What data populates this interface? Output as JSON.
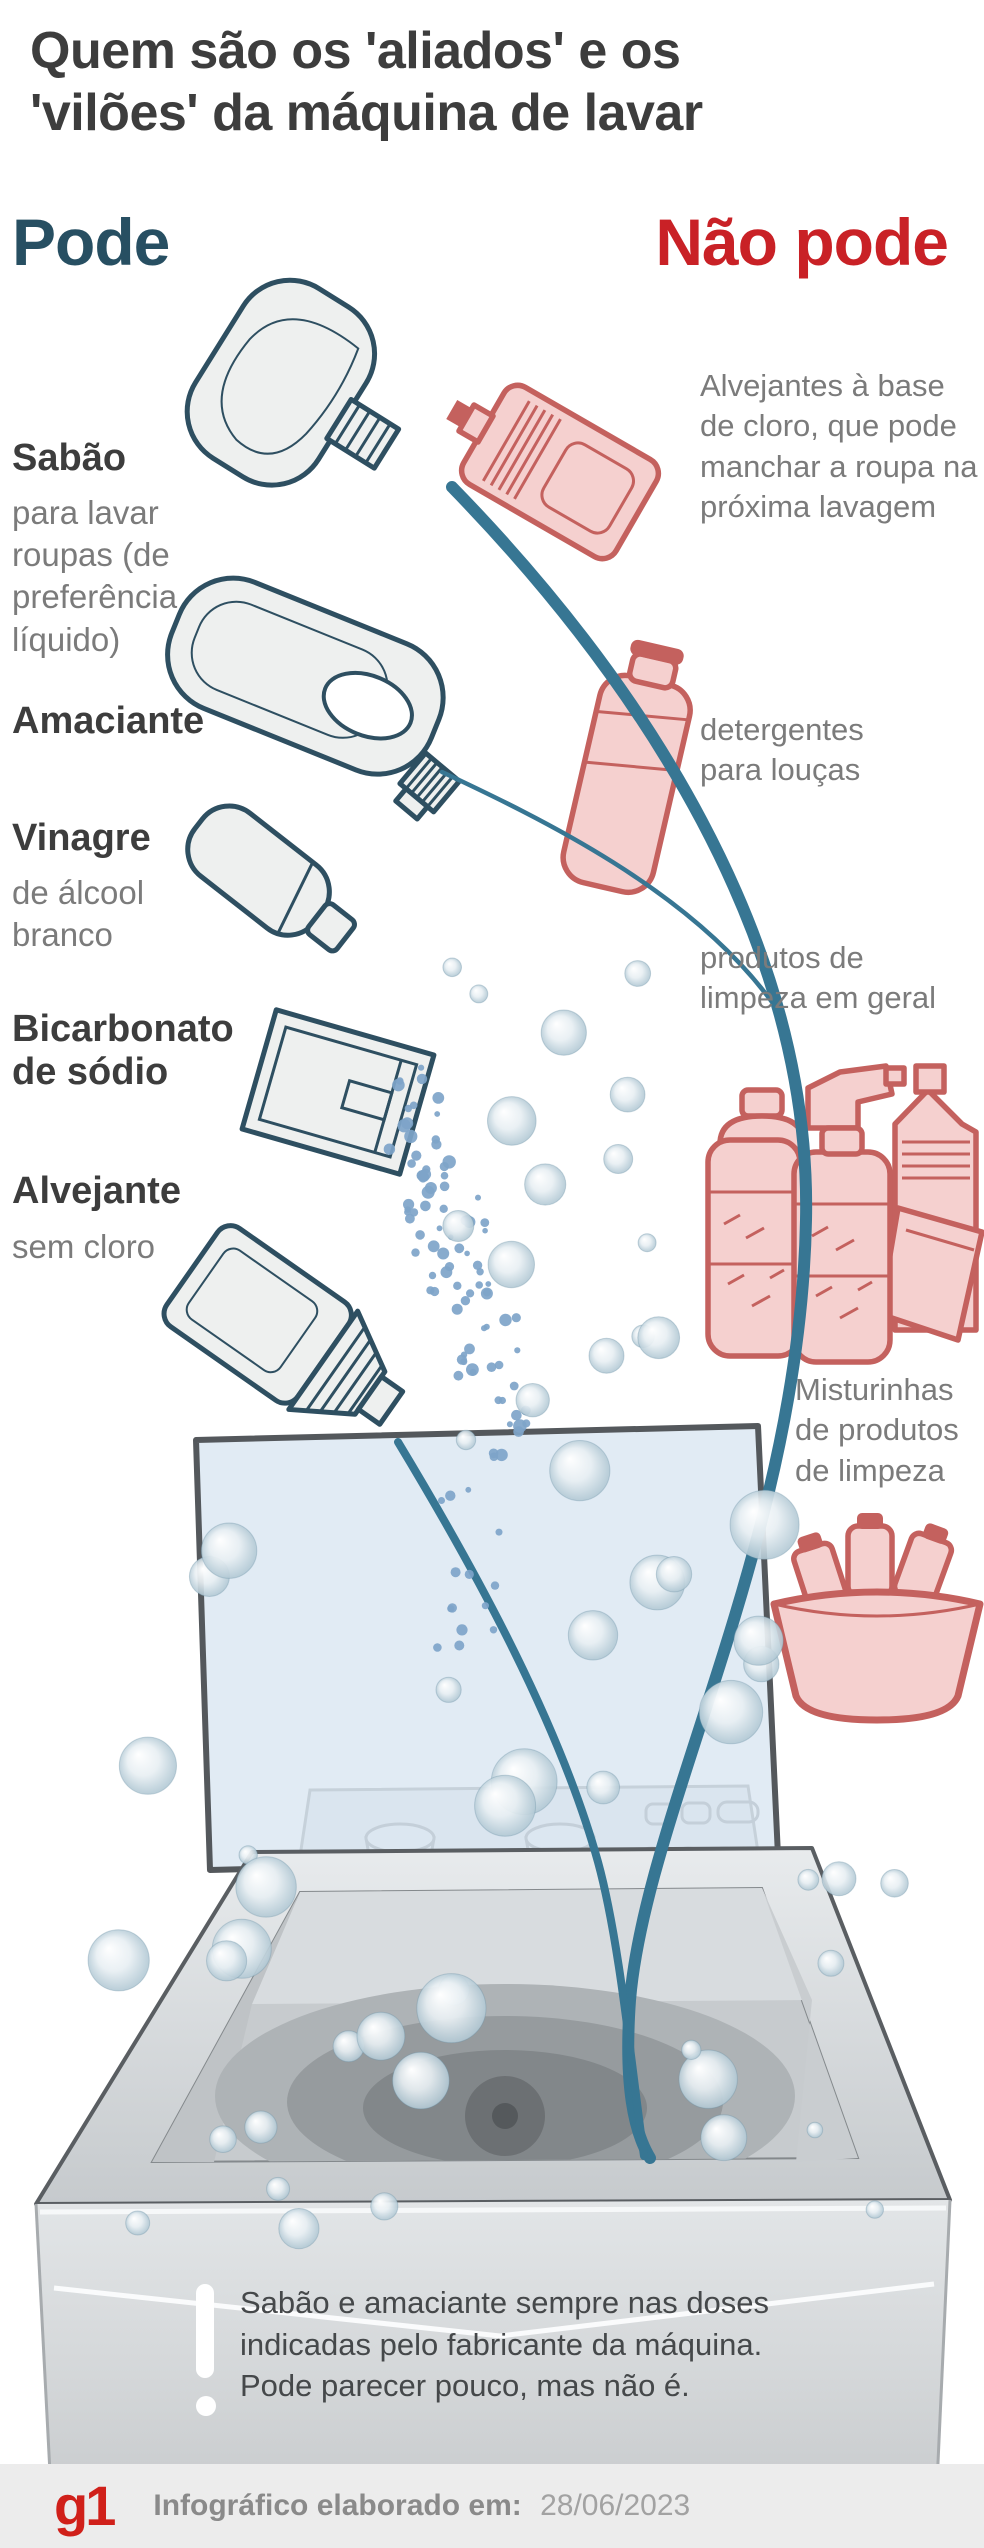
{
  "title": {
    "line1": "Quem são os 'aliados' e os",
    "line2": "'vilões' da máquina de lavar"
  },
  "pode": {
    "heading": "Pode",
    "items": [
      {
        "title": "Sabão",
        "subtitle": "para lavar roupas (de preferência líquido)",
        "icon": "liquid-soap-bottle"
      },
      {
        "title": "Amaciante",
        "icon": "fabric-softener-bottle"
      },
      {
        "title": "Vinagre",
        "subtitle": "de álcool branco",
        "icon": "vinegar-bottle"
      },
      {
        "title": "Bicarbonato de sódio",
        "icon": "baking-soda-box"
      },
      {
        "title": "Alvejante",
        "subtitle": "sem cloro",
        "icon": "chlorine-free-bleach-bottle"
      }
    ]
  },
  "nao_pode": {
    "heading": "Não pode",
    "items": [
      {
        "label": "Alvejantes à base de cloro, que pode manchar a roupa na próxima lavagem",
        "icon": "chlorine-bleach-bottle"
      },
      {
        "label": "detergentes para louças",
        "icon": "dish-detergent-bottle"
      },
      {
        "label": "produtos de limpeza em geral",
        "icon": "cleaning-products-bottles"
      },
      {
        "label": "Misturinhas de produtos de limpeza",
        "icon": "cleaning-products-basket"
      }
    ]
  },
  "note": {
    "icon": "exclamation-mark",
    "text": "Sabão e amaciante sempre nas doses indicadas pelo fabricante da máquina. Pode parecer pouco, mas não é."
  },
  "footer": {
    "logo": "g1",
    "label": "Infográfico elaborado em:",
    "date": "28/06/2023"
  },
  "colors": {
    "pode_heading": "#274f62",
    "nao_pode_heading": "#c92126",
    "title_text": "#3d3d3d",
    "gray_text": "#7b7b7b",
    "ally_outline": "#2e4f61",
    "ally_fill": "#eef0ef",
    "villain_outline": "#c4615e",
    "villain_fill": "#f5d0cf",
    "stream": "#377693",
    "powder": "#7ea4c9",
    "note_text": "#45484a",
    "footer_bg": "#ececec",
    "g1_red": "#d0201a"
  }
}
